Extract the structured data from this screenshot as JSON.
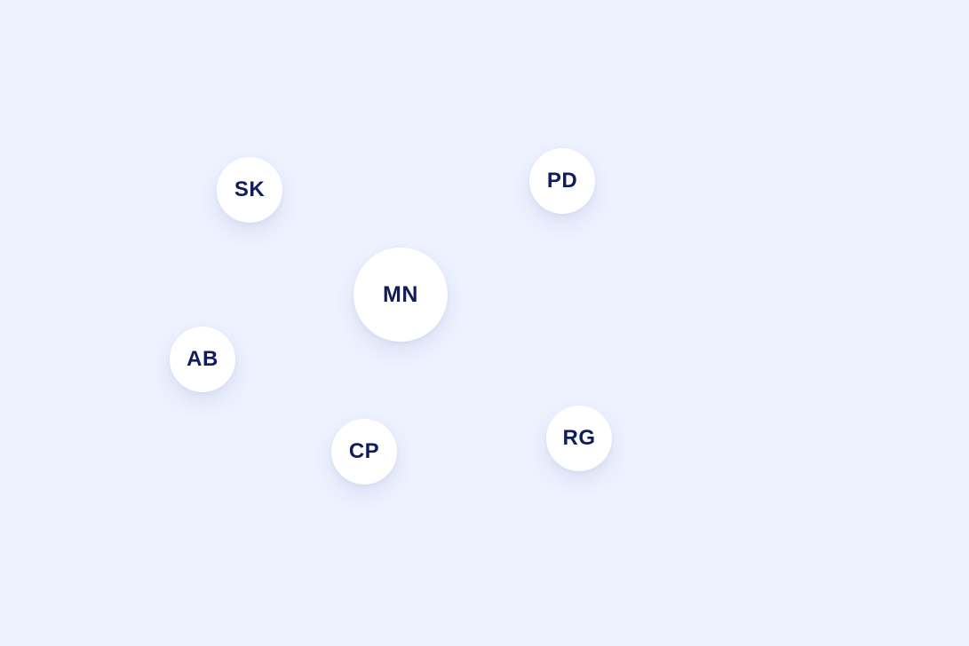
{
  "colors": {
    "background": "#eef2ff",
    "avatar_fill": "#ffffff",
    "initials": "#0f1d5c"
  },
  "avatars": {
    "center": {
      "initials": "MN"
    },
    "satellites": [
      {
        "initials": "SK"
      },
      {
        "initials": "PD"
      },
      {
        "initials": "AB"
      },
      {
        "initials": "CP"
      },
      {
        "initials": "RG"
      }
    ]
  }
}
